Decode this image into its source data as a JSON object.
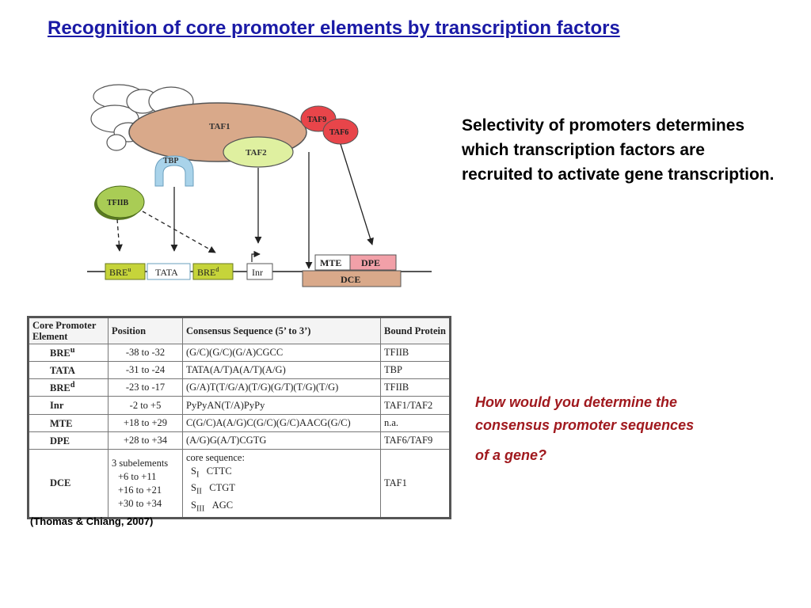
{
  "title": "Recognition of core promoter elements by transcription factors",
  "side_text": "Selectivity of promoters determines which transcription factors are recruited to activate gene transcription.",
  "question": {
    "line1": "How would you determine the",
    "line2": "consensus promoter sequences",
    "line3": "of a gene?"
  },
  "diagram": {
    "complex_labels": {
      "taf1": "TAF1",
      "taf2": "TAF2",
      "taf9": "TAF9",
      "taf6": "TAF6",
      "tbp": "TBP",
      "tfiib": "TFIIB"
    },
    "elements": {
      "bre_u": "BRE",
      "bre_u_sup": "u",
      "tata": "TATA",
      "bre_d": "BRE",
      "bre_d_sup": "d",
      "inr": "Inr",
      "mte": "MTE",
      "dpe": "DPE",
      "dce": "DCE"
    },
    "colors": {
      "taf1": "#d9a98a",
      "taf2": "#dff0a0",
      "taf_red": "#e8454a",
      "tbp": "#a9d3ea",
      "tfiib": "#a9cc55",
      "element_green": "#c6d43a",
      "dpe": "#f2a0a8",
      "dce": "#d9a98a"
    }
  },
  "table": {
    "headers": [
      "Core Promoter Element",
      "Position",
      "Consensus Sequence (5’ to 3’)",
      "Bound Protein"
    ],
    "rows": [
      {
        "element": "BRE",
        "sup": "u",
        "position": "-38  to  -32",
        "sequence": "(G/C)(G/C)(G/A)CGCC",
        "protein": "TFIIB"
      },
      {
        "element": "TATA",
        "sup": "",
        "position": "-31  to  -24",
        "sequence": "TATA(A/T)A(A/T)(A/G)",
        "protein": "TBP"
      },
      {
        "element": "BRE",
        "sup": "d",
        "position": "-23  to  -17",
        "sequence": "(G/A)T(T/G/A)(T/G)(G/T)(T/G)(T/G)",
        "protein": "TFIIB"
      },
      {
        "element": "Inr",
        "sup": "",
        "position": "-2  to  +5",
        "sequence": "PyPyAN(T/A)PyPy",
        "protein": "TAF1/TAF2"
      },
      {
        "element": "MTE",
        "sup": "",
        "position": "+18  to  +29",
        "sequence": "C(G/C)A(A/G)C(G/C)(G/C)AACG(G/C)",
        "protein": "n.a."
      },
      {
        "element": "DPE",
        "sup": "",
        "position": "+28  to  +34",
        "sequence": "(A/G)G(A/T)CGTG",
        "protein": "TAF6/TAF9"
      }
    ],
    "dce": {
      "element": "DCE",
      "positions": [
        "3 subelements",
        "+6  to  +11",
        "+16  to  +21",
        "+30  to  +34"
      ],
      "seq_title": "core sequence:",
      "subelements": [
        {
          "name": "S",
          "sub": "I",
          "seq": "CTTC"
        },
        {
          "name": "S",
          "sub": "II",
          "seq": "CTGT"
        },
        {
          "name": "S",
          "sub": "III",
          "seq": "AGC"
        }
      ],
      "protein": "TAF1"
    }
  },
  "citation": "(Thomas & Chiang, 2007)"
}
